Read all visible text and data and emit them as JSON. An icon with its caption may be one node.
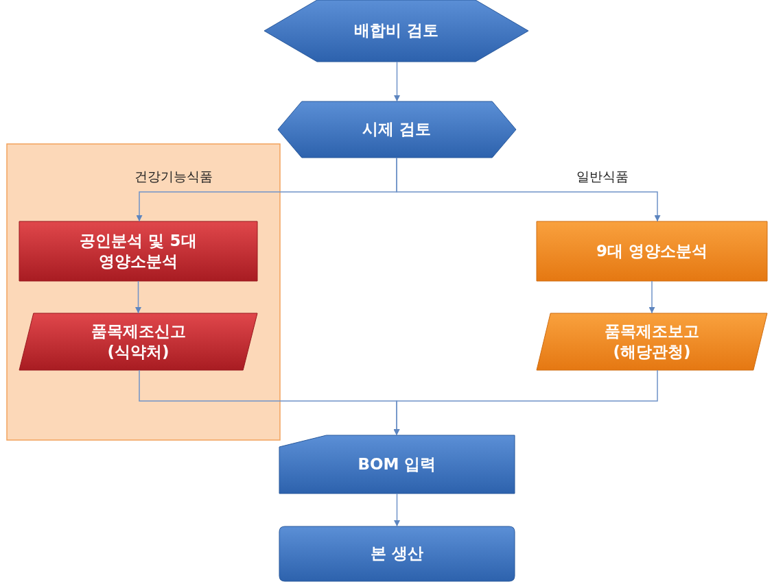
{
  "diagram": {
    "nodes": [
      {
        "text": [
          "배합비 검토"
        ]
      },
      {
        "text": [
          "시제 검토"
        ]
      },
      {
        "text": [],
        "shape": "box"
      },
      {
        "text": [
          "공인분석 및 5대 영양소분석"
        ],
        "in": 2
      },
      {
        "text": [
          "품목제조신고 (식약처)"
        ],
        "in": 2
      },
      {
        "text": [
          "9대 영양소분석"
        ]
      },
      {
        "text": [
          "품목제조보고 (해당관청)"
        ]
      },
      {
        "text": [
          "BOM 입력"
        ]
      },
      {
        "text": [
          "본 생산"
        ]
      }
    ],
    "edges": [
      {
        "from": 0,
        "to": 1,
        "arrow": "to"
      },
      {
        "from": 1,
        "to": 3,
        "arrow": "to",
        "label": "건강기능식품"
      },
      {
        "from": 1,
        "to": 5,
        "arrow": "to",
        "label": "일반식품"
      },
      {
        "from": 3,
        "to": 4,
        "arrow": "to"
      },
      {
        "from": 5,
        "to": 6,
        "arrow": "to"
      },
      {
        "from": 4,
        "to": 7,
        "arrow": "to"
      },
      {
        "from": 6,
        "to": 7,
        "arrow": "to"
      },
      {
        "from": 7,
        "to": 8,
        "arrow": "to"
      }
    ]
  }
}
